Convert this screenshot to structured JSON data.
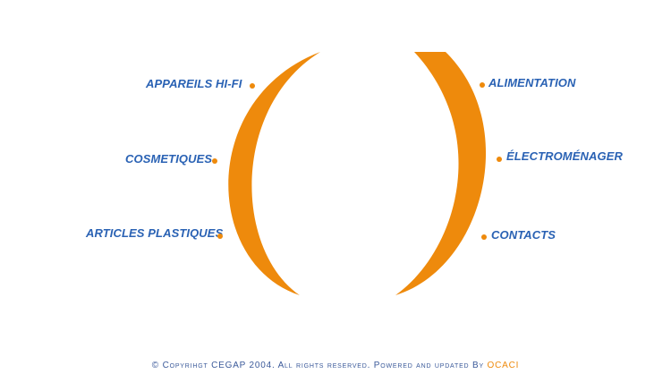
{
  "colors": {
    "accent_orange": "#ee8a0c",
    "link_blue": "#2a62b4",
    "footer_blue": "#3b5a9a"
  },
  "menu": {
    "left": [
      {
        "label": "APPAREILS HI-FI"
      },
      {
        "label": "COSMETIQUES"
      },
      {
        "label": "ARTICLES PLASTIQUES"
      }
    ],
    "right": [
      {
        "label": "ALIMENTATION"
      },
      {
        "label": "ÉLECTROMÉNAGER"
      },
      {
        "label": "CONTACTS"
      }
    ]
  },
  "footer": {
    "copyright_symbol": "©",
    "text": "Copyrihgt CEGAP 2004. All rights reserved. Powered and updated By",
    "brand": "OCACI"
  }
}
